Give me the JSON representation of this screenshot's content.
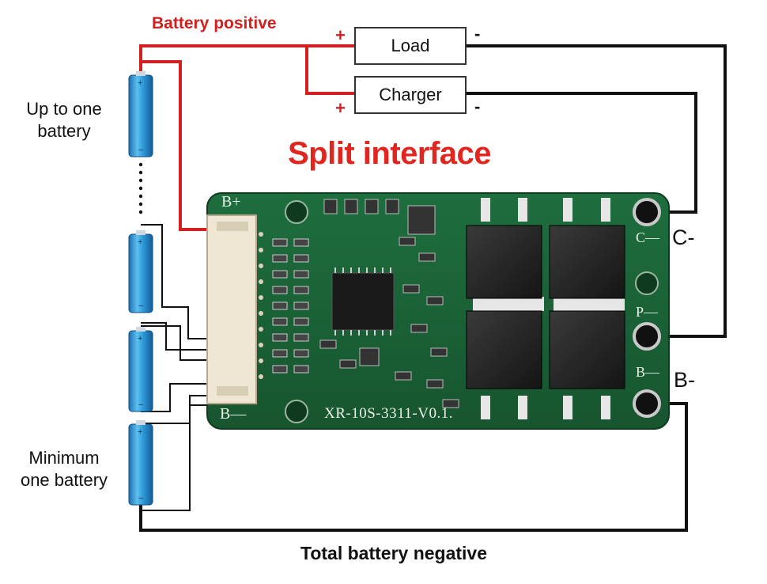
{
  "labels": {
    "battery_positive": "Battery positive",
    "up_to_one_battery_line1": "Up to one",
    "up_to_one_battery_line2": "battery",
    "minimum_battery_line1": "Minimum",
    "minimum_battery_line2": "one battery",
    "split_interface": "Split interface",
    "total_battery_negative": "Total battery negative",
    "c_minus": "C-",
    "b_minus": "B-"
  },
  "boxes": {
    "load": "Load",
    "charger": "Charger"
  },
  "signs": {
    "plus": "+",
    "minus": "-"
  },
  "board": {
    "model": "XR-10S-3311-V0.1.",
    "b_plus": "B+",
    "b_minus": "B—",
    "c_minus": "C—",
    "p_minus": "P—",
    "b_minus_right": "B—"
  },
  "colors": {
    "positive_wire": "#d21f1f",
    "negative_wire": "#111111",
    "pcb_green": "#1f6b3c",
    "battery_blue": "#2a8fd0",
    "title_red": "#e0261f"
  }
}
